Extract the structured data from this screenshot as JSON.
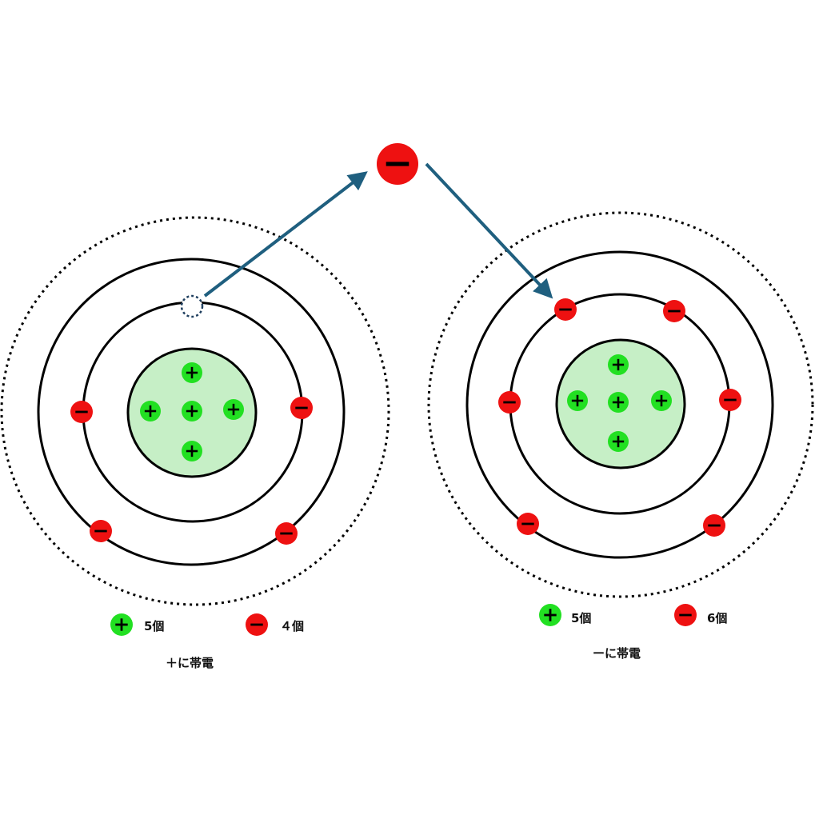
{
  "colors": {
    "proton_fill": "#22e022",
    "electron_fill": "#ee1111",
    "nucleus_fill": "#c6efc6",
    "nucleus_stroke": "#000000",
    "orbit_stroke": "#000000",
    "arrow": "#1f5f7f"
  },
  "symbols": {
    "plus": "+",
    "minus": "−"
  },
  "atoms": [
    {
      "id": "left",
      "protons": 5,
      "electrons": 4,
      "legend": {
        "proton_text": "5個",
        "electron_text": "４個"
      },
      "caption": "＋に帯電"
    },
    {
      "id": "right",
      "protons": 5,
      "electrons": 6,
      "legend": {
        "proton_text": "5個",
        "electron_text": "6個"
      },
      "caption": "ーに帯電"
    }
  ],
  "transfer": {
    "description_icon": "moving-electron",
    "from": "left-atom-vacancy",
    "to": "right-atom-inner-orbit"
  }
}
